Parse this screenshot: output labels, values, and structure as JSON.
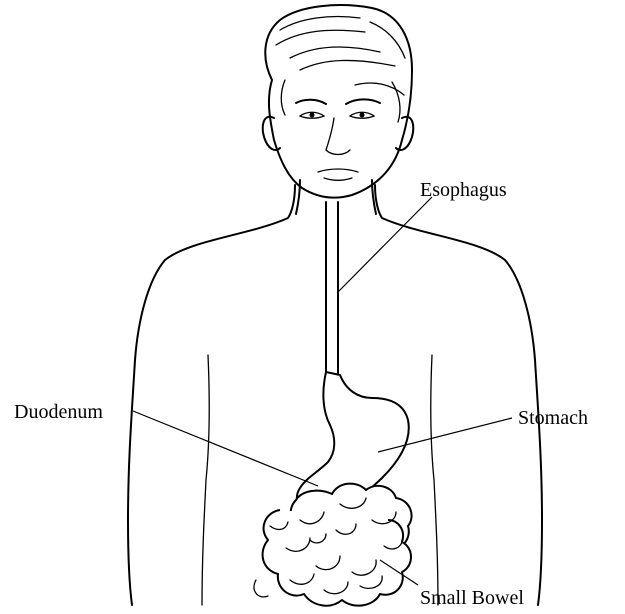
{
  "labels": {
    "esophagus": "Esophagus",
    "duodenum": "Duodenum",
    "stomach": "Stomach",
    "small_bowel": "Small Bowel"
  }
}
